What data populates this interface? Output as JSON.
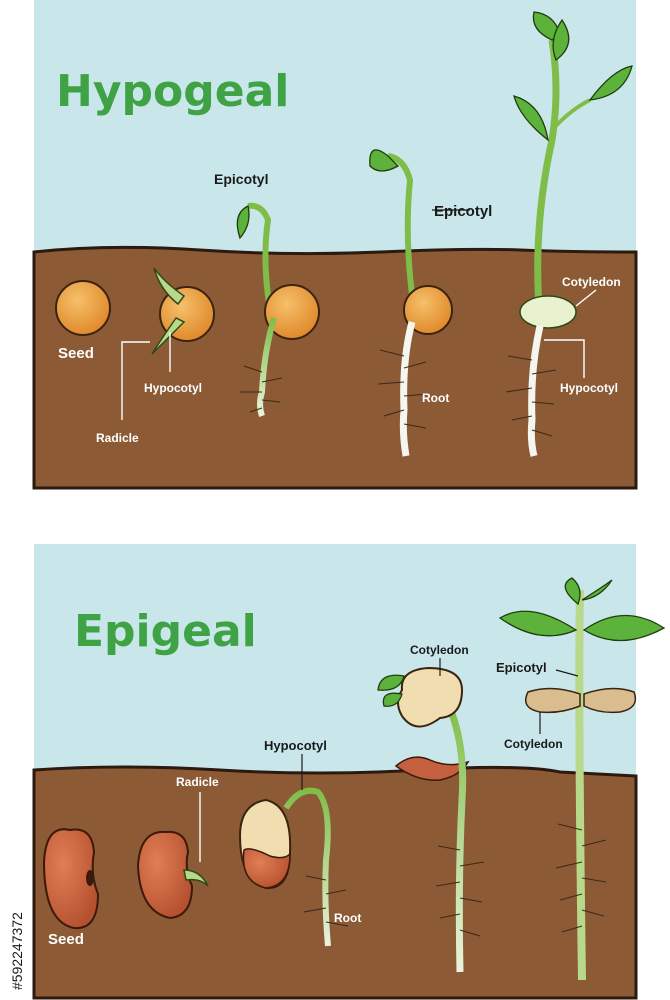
{
  "hypogeal": {
    "title": "Hypogeal",
    "labels": {
      "seed": "Seed",
      "radicle": "Radicle",
      "hypocotyl_1": "Hypocotyl",
      "epicotyl_1": "Epicotyl",
      "epicotyl_2": "Epicotyl",
      "root": "Root",
      "cotyledon": "Cotyledon",
      "hypocotyl_2": "Hypocotyl"
    }
  },
  "epigeal": {
    "title": "Epigeal",
    "labels": {
      "seed": "Seed",
      "radicle": "Radicle",
      "hypocotyl": "Hypocotyl",
      "root": "Root",
      "cotyledon_1": "Cotyledon",
      "epicotyl": "Epicotyl",
      "cotyledon_2": "Cotyledon"
    }
  },
  "watermark": {
    "id_text": "#592247372"
  },
  "colors": {
    "sky": "#c9e7eb",
    "soil": "#8c5a35",
    "soil_border": "#2a1a10",
    "title_green": "#3fa346",
    "leaf_green": "#5cb23a",
    "stem_green": "#b8d98a",
    "seed_orange": "#e69a3c",
    "bean_red": "#c4603e",
    "cotyledon_cream": "#f1deb0"
  }
}
